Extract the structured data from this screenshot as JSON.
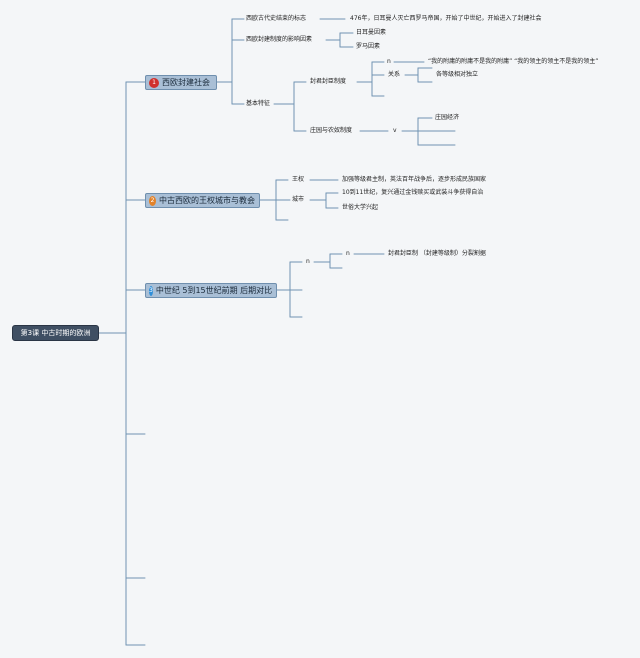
{
  "root": {
    "title": "第3课 中古时期的欧洲"
  },
  "branches": [
    {
      "num": "1",
      "color": "#d0312d",
      "title": "西欧封建社会"
    },
    {
      "num": "2",
      "color": "#e2822a",
      "title": "中古西欧的王权城市与教会"
    },
    {
      "num": "3",
      "color": "#2f8fd9",
      "title": "中世纪 5到15世纪前期 后期对比"
    }
  ],
  "b1": {
    "end_label": "西欧古代史结束的标志",
    "end_text": "476年，日耳曼人灭亡西罗马帝国，开始了中世纪，开始进入了封建社会",
    "factors_label": "西欧封建制度的影响因素",
    "factor_germanic": "日耳曼因素",
    "factor_roman": "罗马因素",
    "features_label": "基本特征",
    "fief_label": "封君封臣制度",
    "marker_a": "n",
    "quote": "“我的附庸的附庸不是我的附庸” “我的领主的领主不是我的领主”",
    "relation_label": "关系",
    "relation_text": "各等级相对独立",
    "manor_label": "庄园与农奴制度",
    "marker_b": "v",
    "manor_economy": "庄园经济"
  },
  "b2": {
    "kingship_label": "王权",
    "kingship_text": "加强等级君主制，英法百年战争后，逐步形成民族国家",
    "city_label": "城市",
    "city_text1": "10到11世纪，复兴通过金钱赎买或武装斗争获得自治",
    "city_text2": "世俗大学兴起"
  },
  "b3": {
    "marker_a": "n",
    "marker_b": "n",
    "fief_text": "封君封臣制 （封建等级制）分裂割据"
  }
}
